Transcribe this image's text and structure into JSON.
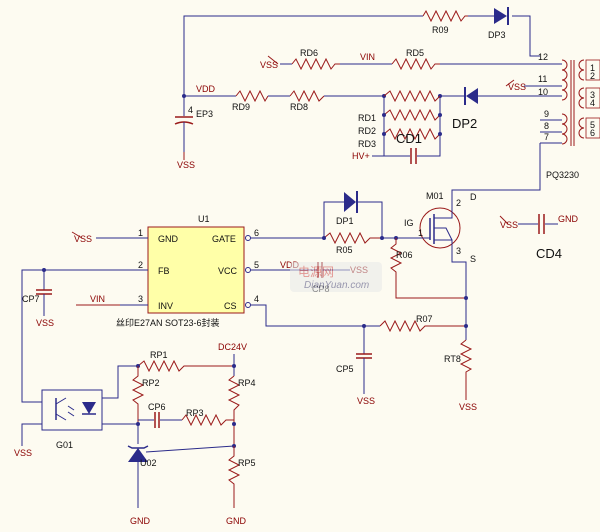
{
  "nets": {
    "vss": "VSS",
    "vdd": "VDD",
    "vin": "VIN",
    "gnd": "GND",
    "hv": "HV+",
    "dc24v": "DC24V",
    "ig": "IG",
    "d": "D",
    "s": "S"
  },
  "components": {
    "r09": "R09",
    "dp3": "DP3",
    "rd6": "RD6",
    "rd5": "RD5",
    "ep3": "EP3",
    "rd9": "RD9",
    "rd8": "RD8",
    "rd1": "RD1",
    "rd2": "RD2",
    "rd3": "RD3",
    "cd1": "CD1",
    "dp2": "DP2",
    "pq3230": "PQ3230",
    "m01": "M01",
    "dp1": "DP1",
    "r05": "R05",
    "r06": "R06",
    "cd4": "CD4",
    "u1": "U1",
    "cp7": "CP7",
    "cp8": "CP8",
    "r07": "R07",
    "cp5": "CP5",
    "rt8": "RT8",
    "rp1": "RP1",
    "rp2": "RP2",
    "rp4": "RP4",
    "cp6": "CP6",
    "rp3": "RP3",
    "rp5": "RP5",
    "g01": "G01",
    "u02": "U02"
  },
  "ic": {
    "left_pins": [
      {
        "num": "1",
        "name": "GND"
      },
      {
        "num": "2",
        "name": "FB"
      },
      {
        "num": "3",
        "name": "INV"
      }
    ],
    "right_pins": [
      {
        "num": "6",
        "name": "GATE"
      },
      {
        "num": "5",
        "name": "VCC"
      },
      {
        "num": "4",
        "name": "CS"
      }
    ],
    "caption": "丝印E27AN    SOT23-6封装"
  },
  "transformer_pins": {
    "primary_left": [
      "12",
      "11",
      "10",
      "9",
      "8",
      "7"
    ],
    "right": [
      "1",
      "2",
      "3",
      "4",
      "5",
      "6"
    ]
  },
  "mosfet_pins": [
    "1",
    "2",
    "3"
  ],
  "watermark": {
    "cn": "电源网",
    "url": "DianYuan.com"
  }
}
